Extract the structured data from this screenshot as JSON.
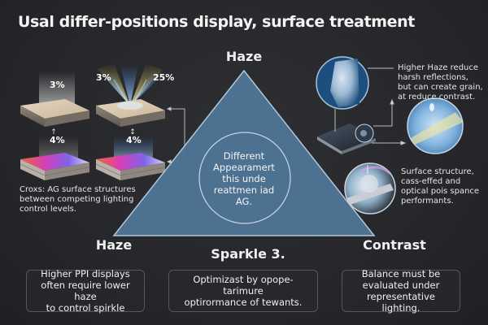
{
  "title": "Usal differ-positions display,  surface treatment",
  "triangle": {
    "top_label": "Haze",
    "center_text_lines": [
      "Different",
      "Appearamert",
      "this unde",
      "reattmen iad",
      "AG."
    ],
    "fill_color": "#4f7597",
    "stroke_color": "#bcd0e2"
  },
  "left_panel": {
    "samples": [
      {
        "reflect_pct": "3%",
        "transmit_pct": "4%"
      },
      {
        "reflect_pct_left": "3%",
        "reflect_pct_right": "25%",
        "transmit_pct": "4%"
      }
    ],
    "caption_lines": [
      "Croxs: AG surface structures",
      "between competing lighting",
      "control levels."
    ]
  },
  "right_panel": {
    "note_top_lines": [
      "Higher Haze reduce",
      "harsh reflections,",
      "but can create grain,",
      "at reduce contrast."
    ],
    "note_bottom_lines": [
      "Surface structure,",
      "cass-effed and",
      "optical pois spance",
      "performants."
    ]
  },
  "bottom": {
    "haze": {
      "label": "Haze",
      "card_lines": [
        "Higher PPI displays",
        "often require lower haze",
        "to control spirkle"
      ]
    },
    "sparkle": {
      "label": "Sparkle 3.",
      "card_lines": [
        "Optimizast by opope-tarimure",
        "optirormance of tewants."
      ]
    },
    "contrast": {
      "label": "Contrast",
      "card_lines": [
        "Balance must be",
        "evaluated under",
        "representative lighting."
      ]
    }
  },
  "colors": {
    "background": "#27282b",
    "card_border": "#55575c",
    "accent_blue": "#1d4d78"
  }
}
